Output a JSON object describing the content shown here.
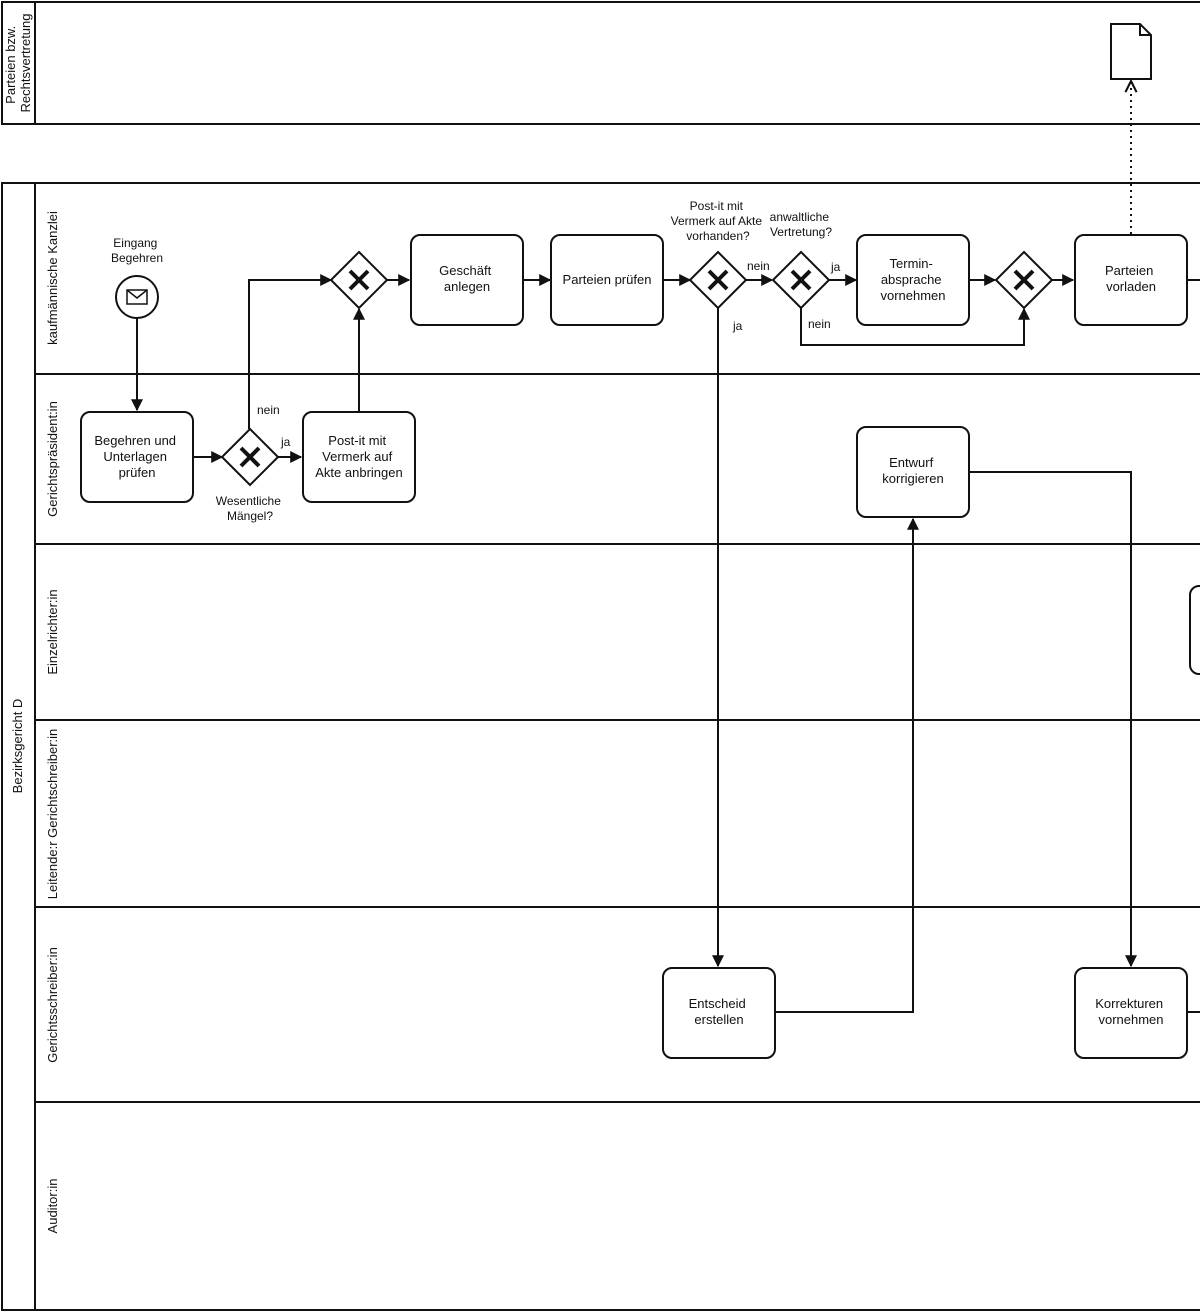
{
  "pools": {
    "external": {
      "label_lines": [
        "Parteien bzw.",
        "Rechtsvertretung"
      ]
    },
    "court": {
      "label": "Bezirksgericht D"
    }
  },
  "lanes": [
    {
      "id": "kanzlei",
      "label": "kaufmännische Kanzlei"
    },
    {
      "id": "praesident",
      "label": "Gerichtspräsident:in"
    },
    {
      "id": "einzelrichter",
      "label": "Einzelrichter:in"
    },
    {
      "id": "leitend",
      "label": "Leitende:r Gerichtschreiber:in"
    },
    {
      "id": "schreiber",
      "label": "Gerichtsschreiber:in"
    },
    {
      "id": "auditor",
      "label": "Auditor:in"
    }
  ],
  "events": {
    "start": {
      "label_lines": [
        "Eingang",
        "Begehren"
      ],
      "icon": "envelope-icon"
    }
  },
  "tasks": {
    "pruefen": {
      "lines": [
        "Begehren und",
        "Unterlagen",
        "prüfen"
      ]
    },
    "postit": {
      "lines": [
        "Post-it mit",
        "Vermerk auf",
        "Akte anbringen"
      ]
    },
    "anlegen": {
      "lines": [
        "Geschäft",
        "anlegen"
      ]
    },
    "parteien_pruefen": {
      "lines": [
        "Parteien prüfen"
      ]
    },
    "termin": {
      "lines": [
        "Termin-",
        "absprache",
        "vornehmen"
      ]
    },
    "vorladen": {
      "lines": [
        "Parteien",
        "vorladen"
      ]
    },
    "entwurf": {
      "lines": [
        "Entwurf",
        "korrigieren"
      ]
    },
    "entscheid": {
      "lines": [
        "Entscheid",
        "erstellen"
      ]
    },
    "korrekturen": {
      "lines": [
        "Korrekturen",
        "vornehmen"
      ]
    }
  },
  "gateways": {
    "maengel": {
      "label_lines": [
        "Wesentliche",
        "Mängel?"
      ]
    },
    "merge1": {
      "label_lines": []
    },
    "postit_q": {
      "label_lines": [
        "Post-it mit",
        "Vermerk auf Akte",
        "vorhanden?"
      ]
    },
    "vertretung_q": {
      "label_lines": [
        "anwaltliche",
        "Vertretung?"
      ]
    },
    "merge2": {
      "label_lines": []
    }
  },
  "flow_labels": {
    "maengel_nein": "nein",
    "maengel_ja": "ja",
    "postit_nein": "nein",
    "postit_ja": "ja",
    "vertretung_ja": "ja",
    "vertretung_nein": "nein"
  },
  "artifacts": {
    "document": {
      "icon": "document-icon"
    }
  }
}
